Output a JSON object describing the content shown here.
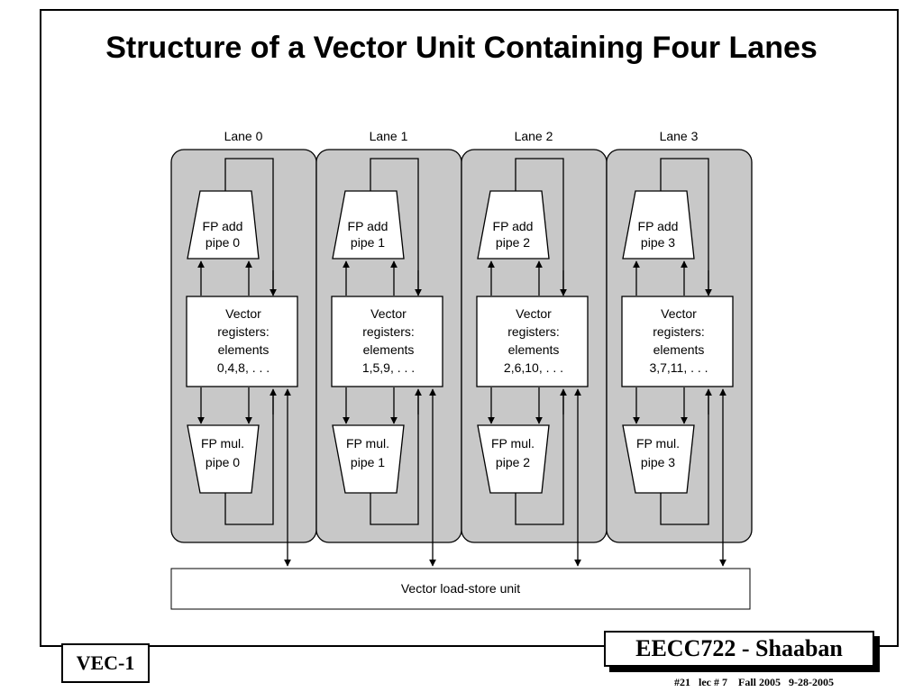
{
  "slide": {
    "title": "Structure of a Vector Unit Containing Four Lanes"
  },
  "diagram": {
    "lanes": [
      {
        "name": "Lane 0",
        "add_l1": "FP add",
        "add_l2": "pipe 0",
        "reg": [
          "Vector",
          "registers:",
          "elements",
          "0,4,8, . . ."
        ],
        "mul_l1": "FP mul.",
        "mul_l2": "pipe 0"
      },
      {
        "name": "Lane 1",
        "add_l1": "FP add",
        "add_l2": "pipe 1",
        "reg": [
          "Vector",
          "registers:",
          "elements",
          "1,5,9, . . ."
        ],
        "mul_l1": "FP mul.",
        "mul_l2": "pipe 1"
      },
      {
        "name": "Lane 2",
        "add_l1": "FP add",
        "add_l2": "pipe 2",
        "reg": [
          "Vector",
          "registers:",
          "elements",
          "2,6,10, . . ."
        ],
        "mul_l1": "FP mul.",
        "mul_l2": "pipe 2"
      },
      {
        "name": "Lane 3",
        "add_l1": "FP add",
        "add_l2": "pipe 3",
        "reg": [
          "Vector",
          "registers:",
          "elements",
          "3,7,11, . . ."
        ],
        "mul_l1": "FP mul.",
        "mul_l2": "pipe 3"
      }
    ],
    "load_store_label": "Vector load-store unit",
    "colors": {
      "lane_fill": "#c8c8c8",
      "box_fill": "#ffffff",
      "stroke": "#000000"
    }
  },
  "footer": {
    "tag": "VEC-1",
    "course": "EECC722 - Shaaban",
    "info": "#21   lec # 7    Fall 2005   9-28-2005"
  }
}
